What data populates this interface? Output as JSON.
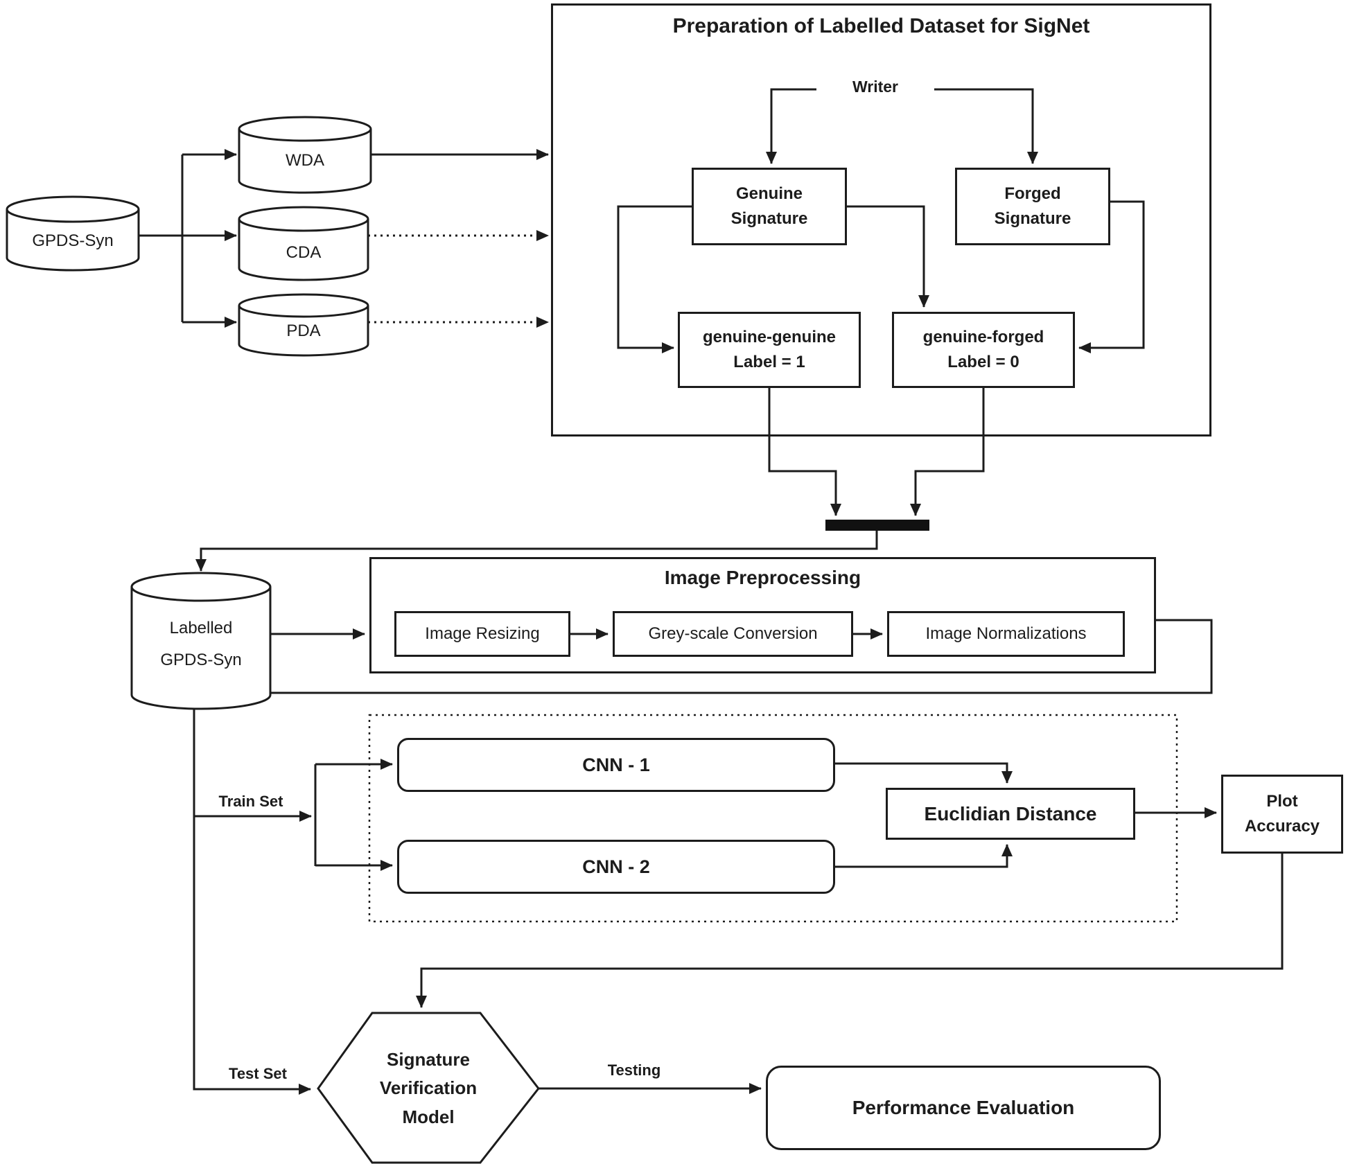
{
  "colors": {
    "ink": "#1c1c1c",
    "background": "#ffffff"
  },
  "prep": {
    "title": "Preparation of Labelled Dataset for SigNet",
    "writer": "Writer",
    "genuine": {
      "line1": "Genuine",
      "line2": "Signature"
    },
    "forged": {
      "line1": "Forged",
      "line2": "Signature"
    },
    "genuine_genuine": {
      "line1": "genuine-genuine",
      "line2": "Label = 1"
    },
    "genuine_forged": {
      "line1": "genuine-forged",
      "line2": "Label = 0"
    }
  },
  "databases": {
    "gpds": "GPDS-Syn",
    "wda": "WDA",
    "cda": "CDA",
    "pda": "PDA",
    "labelled": {
      "line1": "Labelled",
      "line2": "GPDS-Syn"
    }
  },
  "preprocessing": {
    "title": "Image Preprocessing",
    "steps": [
      "Image Resizing",
      "Grey-scale Conversion",
      "Image Normalizations"
    ]
  },
  "training": {
    "train_set": "Train Set",
    "cnn1": "CNN - 1",
    "cnn2": "CNN - 2",
    "euclidian": "Euclidian Distance",
    "plot_accuracy": {
      "line1": "Plot",
      "line2": "Accuracy"
    }
  },
  "evaluation": {
    "test_set": "Test Set",
    "model": {
      "line1": "Signature",
      "line2": "Verification",
      "line3": "Model"
    },
    "testing": "Testing",
    "performance": "Performance Evaluation"
  }
}
